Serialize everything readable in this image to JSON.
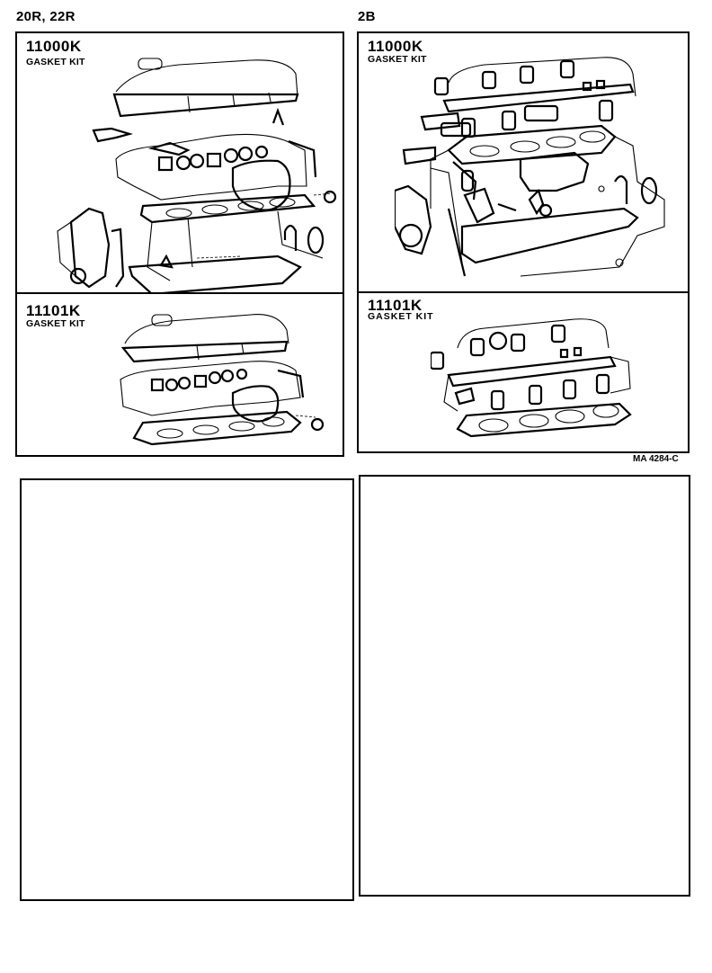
{
  "page": {
    "reference_code": "MA 4284-C"
  },
  "columns": [
    {
      "engine_label": "20R, 22R",
      "kits": [
        {
          "part_number": "11000K",
          "name": "GASKET KIT",
          "illustration": "full-engine-gasket-set-icon"
        },
        {
          "part_number": "11101K",
          "name": "GASKET KIT",
          "illustration": "head-gasket-set-icon"
        }
      ]
    },
    {
      "engine_label": "2B",
      "kits": [
        {
          "part_number": "11000K",
          "name": "GASKET KIT",
          "illustration": "full-engine-gasket-set-icon"
        },
        {
          "part_number": "11101K",
          "name": "GASKET KIT",
          "illustration": "head-gasket-set-icon"
        }
      ]
    }
  ],
  "empty_panels": [
    {
      "position": "bottom-left",
      "content": ""
    },
    {
      "position": "bottom-right",
      "content": ""
    }
  ]
}
